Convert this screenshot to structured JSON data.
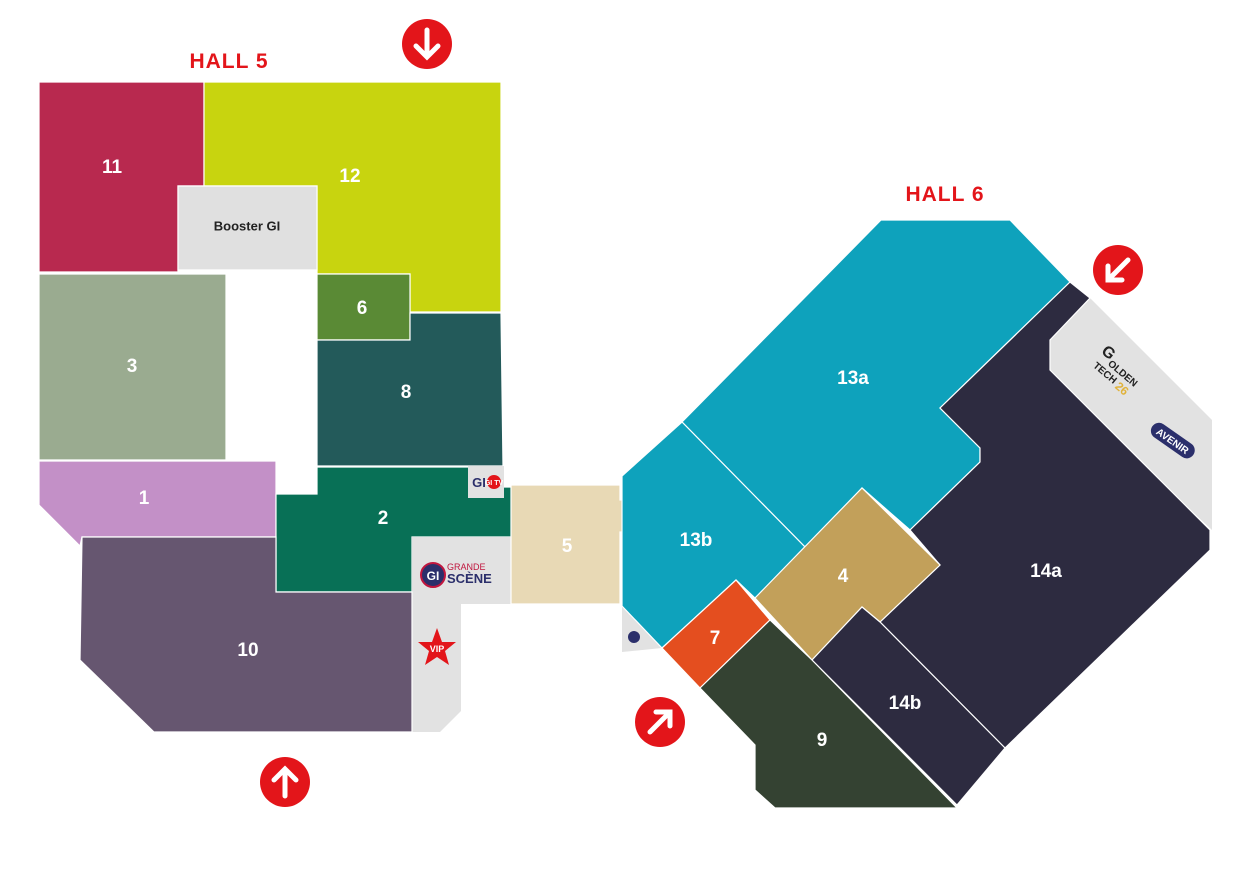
{
  "halls": {
    "hall5": "HALL 5",
    "hall6": "HALL 6"
  },
  "zones": {
    "z11": {
      "label": "11",
      "color": "#b8294f"
    },
    "z12": {
      "label": "12",
      "color": "#c8d40f"
    },
    "booster": {
      "label": "Booster GI",
      "color": "#e0e0e0"
    },
    "z3": {
      "label": "3",
      "color": "#9aab90"
    },
    "z6": {
      "label": "6",
      "color": "#5a8a35"
    },
    "z8": {
      "label": "8",
      "color": "#235a5a"
    },
    "z1": {
      "label": "1",
      "color": "#c390c7"
    },
    "z2": {
      "label": "2",
      "color": "#087056"
    },
    "z10": {
      "label": "10",
      "color": "#665670"
    },
    "z5": {
      "label": "5",
      "color": "#e8d9b5"
    },
    "z13a": {
      "label": "13a",
      "color": "#0ea2bc"
    },
    "z13b": {
      "label": "13b",
      "color": "#0ea2bc"
    },
    "z4": {
      "label": "4",
      "color": "#c2a05a"
    },
    "z7": {
      "label": "7",
      "color": "#e44e1f"
    },
    "z9": {
      "label": "9",
      "color": "#344232"
    },
    "z14a": {
      "label": "14a",
      "color": "#2d2b40"
    },
    "z14b": {
      "label": "14b",
      "color": "#2d2b40"
    }
  },
  "logos": {
    "gtv": "GI TV",
    "grande_scene_top": "GRANDE",
    "grande_scene_bottom": "SCÈNE",
    "vip": "VIP",
    "golden_top": "OLDEN",
    "golden_mid": "TECH",
    "golden_num": "26",
    "avenir": "AVENIR"
  },
  "colors": {
    "accent": "#e3151a",
    "service": "#e2e2e2",
    "navy": "#2b2f6b"
  }
}
